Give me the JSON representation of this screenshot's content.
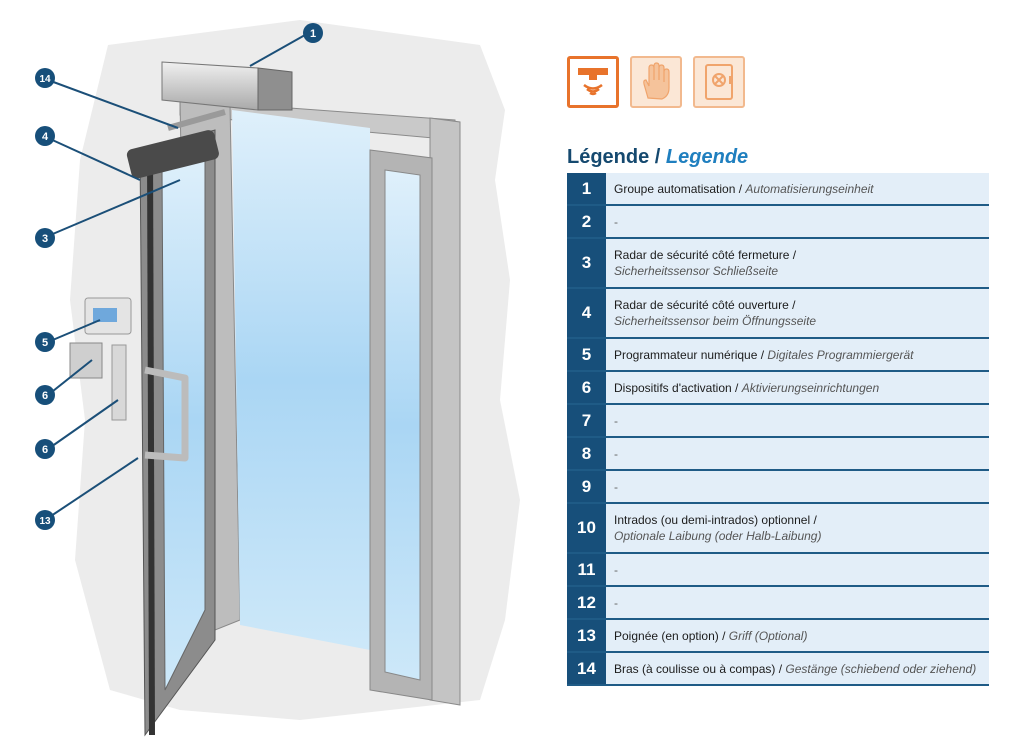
{
  "legend": {
    "title_fr": "Légende",
    "title_sep": " / ",
    "title_de": "Legende",
    "items": [
      {
        "num": "1",
        "fr": "Groupe automatisation",
        "de": "Automatisierungseinheit",
        "two_line": false
      },
      {
        "num": "2",
        "fr": "",
        "de": "",
        "two_line": false
      },
      {
        "num": "3",
        "fr": "Radar de sécurité côté fermeture",
        "de": "Sicherheitssensor Schließseite",
        "two_line": true
      },
      {
        "num": "4",
        "fr": "Radar de sécurité côté ouverture",
        "de": "Sicherheitssensor beim Öffnungsseite",
        "two_line": true
      },
      {
        "num": "5",
        "fr": "Programmateur numérique",
        "de": "Digitales Programmiergerät",
        "two_line": false
      },
      {
        "num": "6",
        "fr": "Dispositifs d'activation",
        "de": "Aktivierungseinrichtungen",
        "two_line": false
      },
      {
        "num": "7",
        "fr": "",
        "de": "",
        "two_line": false
      },
      {
        "num": "8",
        "fr": "",
        "de": "",
        "two_line": false
      },
      {
        "num": "9",
        "fr": "",
        "de": "",
        "two_line": false
      },
      {
        "num": "10",
        "fr": "Intrados (ou demi-intrados) optionnel",
        "de": "Optionale Laibung (oder Halb-Laibung)",
        "two_line": true
      },
      {
        "num": "11",
        "fr": "",
        "de": "",
        "two_line": false
      },
      {
        "num": "12",
        "fr": "",
        "de": "",
        "two_line": false
      },
      {
        "num": "13",
        "fr": "Poignée (en option)",
        "de": "Griff (Optional)",
        "two_line": false
      },
      {
        "num": "14",
        "fr": "Bras (à coulisse ou à compas)",
        "de": "Gestänge (schiebend oder ziehend)",
        "two_line": false
      }
    ]
  },
  "callouts": [
    "1",
    "14",
    "4",
    "3",
    "5",
    "6",
    "6",
    "13"
  ],
  "icons": [
    "radar-sensor-icon",
    "hand-icon",
    "wall-push-plate-icon"
  ],
  "colors": {
    "accent": "#e8732b",
    "navy": "#174f7a",
    "row_bg": "#e3eef8",
    "title": "#15496f",
    "glass": "#bfe0f7"
  }
}
